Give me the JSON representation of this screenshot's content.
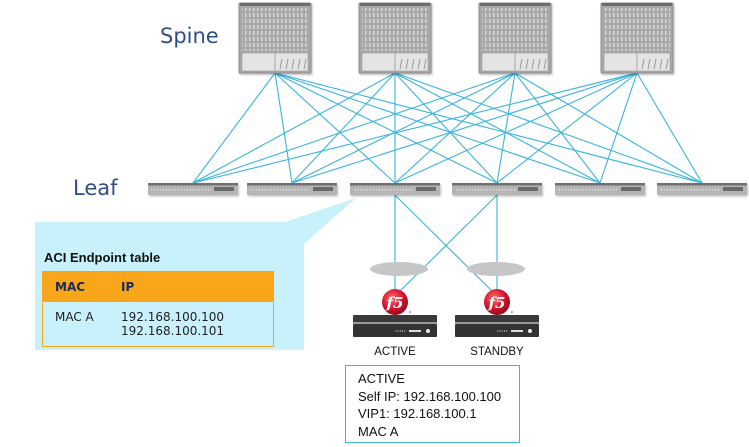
{
  "labels": {
    "spine": "Spine",
    "leaf": "Leaf"
  },
  "colors": {
    "link": "#3ab4dc",
    "callout_bg": "#c8f1fb",
    "table_header": "#f9a61b",
    "tier_label": "#2e4f86",
    "info_border": "#3fb6d8",
    "f5_red": "#c8102e"
  },
  "topology": {
    "spines": [
      "spine-1",
      "spine-2",
      "spine-3",
      "spine-4"
    ],
    "leaves": [
      "leaf-1",
      "leaf-2",
      "leaf-3",
      "leaf-4",
      "leaf-5",
      "leaf-6"
    ],
    "spine_leaf_links": "full-mesh",
    "leaf_f5_links": [
      {
        "leaf": "leaf-3",
        "f5": "active"
      },
      {
        "leaf": "leaf-3",
        "f5": "standby"
      },
      {
        "leaf": "leaf-4",
        "f5": "active"
      },
      {
        "leaf": "leaf-4",
        "f5": "standby"
      }
    ]
  },
  "endpoint_table": {
    "title": "ACI Endpoint table",
    "headers": [
      "MAC",
      "IP"
    ],
    "rows": [
      {
        "mac": "MAC A",
        "ips": [
          "192.168.100.100",
          "192.168.100.101"
        ]
      }
    ]
  },
  "f5_devices": [
    {
      "id": "active",
      "label": "ACTIVE",
      "logo": "f5"
    },
    {
      "id": "standby",
      "label": "STANDBY",
      "logo": "f5"
    }
  ],
  "info_box": {
    "lines": [
      "ACTIVE",
      "Self IP: 192.168.100.100",
      "VIP1: 192.168.100.1",
      "MAC A"
    ]
  }
}
